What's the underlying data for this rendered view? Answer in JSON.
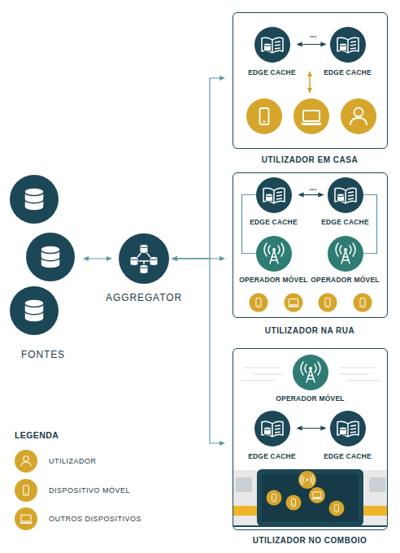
{
  "diagram": {
    "nodes": [
      {
        "text": [
          "FONTES"
        ]
      },
      {
        "text": [
          "AGGREGATOR"
        ]
      },
      {
        "text": [
          "UTILIZADOR EM CASA"
        ]
      },
      {
        "text": [
          "EDGE CACHE"
        ],
        "in": 2
      },
      {
        "text": [
          "EDGE CACHE"
        ],
        "in": 2
      },
      {
        "text": [
          "UTILIZADOR NA RUA"
        ]
      },
      {
        "text": [
          "EDGE CACHE"
        ],
        "in": 5
      },
      {
        "text": [
          "EDGE CACHE"
        ],
        "in": 5
      },
      {
        "text": [
          "OPERADOR MÓVEL"
        ],
        "in": 5
      },
      {
        "text": [
          "OPERADOR MÓVEL"
        ],
        "in": 5
      },
      {
        "text": [
          "UTILIZADOR NO COMBOIO"
        ]
      },
      {
        "text": [
          "OPERADOR MÓVEL"
        ],
        "in": 10
      },
      {
        "text": [
          "EDGE CACHE"
        ],
        "in": 10
      },
      {
        "text": [
          "EDGE CACHE"
        ],
        "in": 10
      }
    ],
    "edges": [
      {
        "from": 0,
        "to": 1,
        "arrow": "both"
      },
      {
        "from": 1,
        "to": 2,
        "arrow": "both"
      },
      {
        "from": 1,
        "to": 5,
        "arrow": "both"
      },
      {
        "from": 1,
        "to": 10,
        "arrow": "both"
      },
      {
        "from": 3,
        "to": 4,
        "arrow": "both"
      },
      {
        "from": 6,
        "to": 7,
        "arrow": "both"
      },
      {
        "from": 6,
        "to": 8,
        "arrow": "none"
      },
      {
        "from": 7,
        "to": 9,
        "arrow": "none"
      },
      {
        "from": 12,
        "to": 13,
        "arrow": "both"
      }
    ],
    "labels": [
      "...",
      "...",
      "LEGENDA"
    ],
    "legend": [
      {
        "text": "UTILIZADOR"
      },
      {
        "text": "DISPOSITIVO MÓVEL"
      },
      {
        "text": "OUTROS DISPOSITIVOS"
      }
    ]
  }
}
